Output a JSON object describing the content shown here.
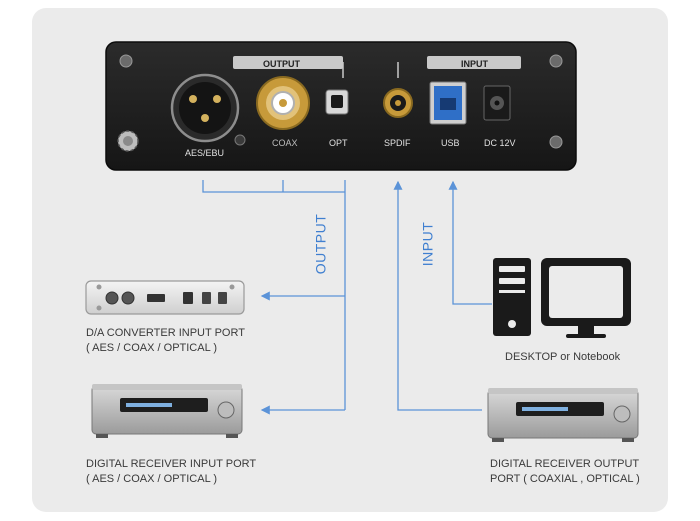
{
  "device": {
    "section_output": "OUTPUT",
    "section_input": "INPUT",
    "ports": {
      "aes": "AES/EBU",
      "coax": "COAX",
      "opt": "OPT",
      "spdif": "SPDIF",
      "usb": "USB",
      "dc": "DC 12V"
    }
  },
  "signal_labels": {
    "output": "OUTPUT",
    "input": "INPUT"
  },
  "captions": {
    "da_converter_line1": "D/A CONVERTER INPUT PORT",
    "da_converter_line2": "( AES / COAX / OPTICAL )",
    "receiver_in_line1": "DIGITAL RECEIVER INPUT PORT",
    "receiver_in_line2": "( AES / COAX / OPTICAL )",
    "desktop": "DESKTOP or Notebook",
    "receiver_out_line1": "DIGITAL RECEIVER OUTPUT",
    "receiver_out_line2": "PORT ( COAXIAL , OPTICAL )"
  },
  "colors": {
    "arrow": "#5b93d8",
    "signal_text": "#3f7fd0",
    "panel": "#1f1f1f",
    "background": "#ebebeb"
  }
}
